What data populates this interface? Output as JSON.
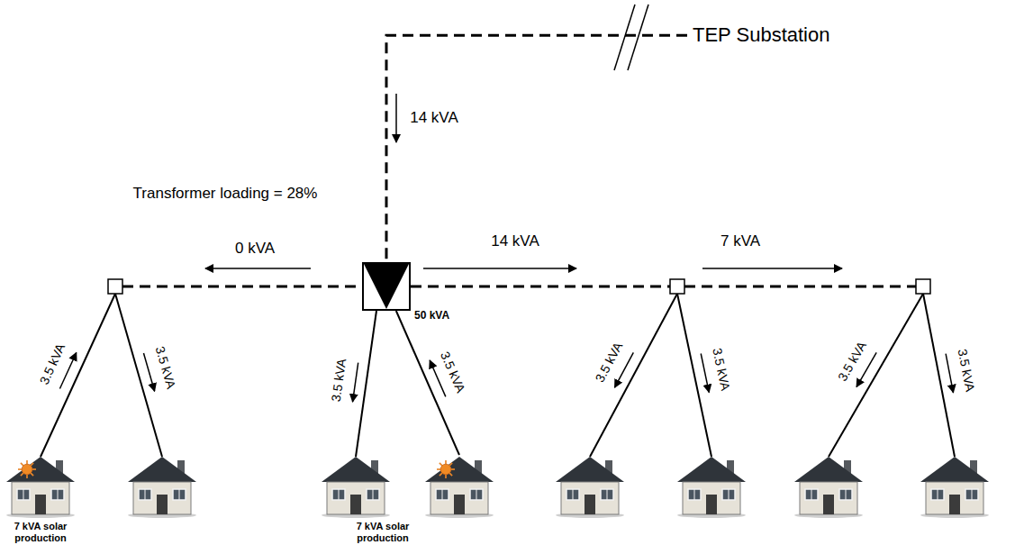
{
  "diagram": {
    "nodes": [
      {
        "text": [
          "TEP Substation"
        ]
      },
      {
        "text": [
          "50 kVA"
        ]
      },
      {
        "text": [
          "7 kVA solar production"
        ]
      },
      {
        "text": [
          "7 kVA solar production"
        ]
      }
    ],
    "edges": [
      {
        "from": 0,
        "to": 1,
        "arrow": "none"
      },
      {
        "from": 3,
        "to": 1,
        "arrow": "none"
      }
    ],
    "labels": [
      "14 kVA",
      "Transformer loading = 28%",
      "0 kVA",
      "14 kVA",
      "7 kVA",
      "3.5 kVA",
      "3.5 kVA",
      "3.5 kVA",
      "3.5 kVA",
      "3.5 kVA",
      "3.5 kVA",
      "3.5 kVA",
      "3.5 kVA"
    ]
  }
}
